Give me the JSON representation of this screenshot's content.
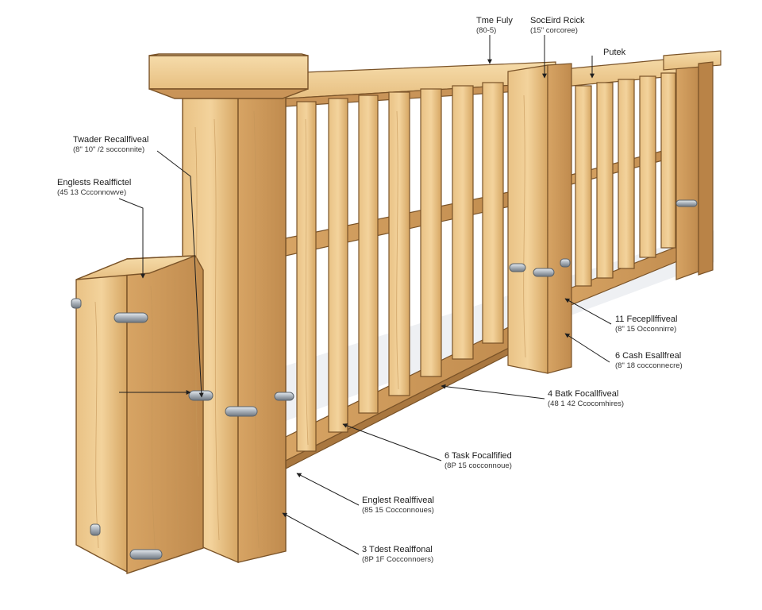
{
  "labels": [
    {
      "key": "top_rail",
      "title": "Tme Fuly",
      "sub": "(80-5)"
    },
    {
      "key": "side_rail",
      "title": "SocEird Rcick",
      "sub": "(15\" corcoree)"
    },
    {
      "key": "post_right",
      "title": "Putek",
      "sub": ""
    },
    {
      "key": "twader",
      "title": "Twader Recallfiveal",
      "sub": "(8\" 10\" /2 socconnite)"
    },
    {
      "key": "englests_top",
      "title": "Englests Realffictel",
      "sub": "(45 13 Ccconnowve)"
    },
    {
      "key": "l11",
      "title": "11 Fecepllffiveal",
      "sub": "(8\" 15 Occonnirre)"
    },
    {
      "key": "l6cash",
      "title": "6 Cash Esallfreal",
      "sub": "(8\" 18 cocconnecre)"
    },
    {
      "key": "l4back",
      "title": "4 Batk Focallfiveal",
      "sub": "(48 1 42 Ccocomhires)"
    },
    {
      "key": "l6task",
      "title": "6 Task Focalfified",
      "sub": "(8P 15 cocconnoue)"
    },
    {
      "key": "englests_bot",
      "title": "Englest Realffiveal",
      "sub": "(85 15 Cocconnoues)"
    },
    {
      "key": "l3tdest",
      "title": "3 Tdest Realffonal",
      "sub": "(8P 1F Cocconnoers)"
    }
  ],
  "colors": {
    "wood_light": "#f1cf95",
    "wood_mid": "#dcae6c",
    "wood_dark": "#b98347",
    "wood_edge": "#7a5328",
    "bracket": "#9aa3ad",
    "line": "#1f1f1f"
  }
}
